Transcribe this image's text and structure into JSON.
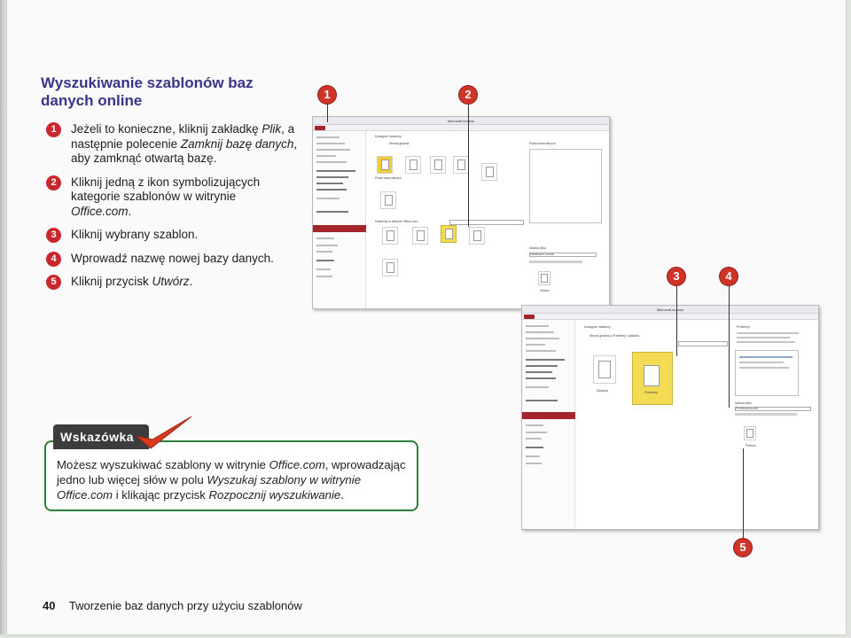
{
  "page": {
    "title": "Wyszukiwanie szablonów baz danych online",
    "page_number": "40",
    "footer_text": "Tworzenie baz danych przy użyciu szablonów"
  },
  "steps": [
    {
      "num": "1",
      "parts": [
        "Jeżeli to konieczne, kliknij zakładkę ",
        "Plik",
        ", a następnie polecenie ",
        "Zamknij bazę danych",
        ", aby zamknąć otwartą bazę."
      ]
    },
    {
      "num": "2",
      "parts": [
        "Kliknij jedną z ikon symbolizujących kategorie szablonów w witrynie ",
        "Office.com",
        "."
      ]
    },
    {
      "num": "3",
      "parts": [
        "Kliknij wybrany szablon."
      ]
    },
    {
      "num": "4",
      "parts": [
        "Wprowadź nazwę nowej bazy danych."
      ]
    },
    {
      "num": "5",
      "parts": [
        "Kliknij przycisk ",
        "Utwórz",
        "."
      ]
    }
  ],
  "callouts": [
    "1",
    "2",
    "3",
    "4",
    "5"
  ],
  "tip": {
    "label": "Wskazówka",
    "parts": [
      "Możesz wyszukiwać szablony w witrynie ",
      "Office.com",
      ", wprowadzając jedno lub więcej słów w polu ",
      "Wyszukaj szablony w witrynie Office.com",
      " i klikając przycisk ",
      "Rozpocznij wyszukiwanie",
      "."
    ]
  },
  "screenshot1": {
    "title": "Microsoft Access",
    "available_templates": "Dostępne szablony",
    "home_label": "Strona główna",
    "office_templates": "Szablony w witrynie Office.com",
    "blank_db": "Pusta baza danych",
    "right_title": "Pusta baza danych",
    "file_name_label": "Nazwa pliku",
    "file_name_value": "Database1.accdb",
    "create_label": "Utwórz"
  },
  "screenshot2": {
    "title": "Microsoft Access",
    "available_templates": "Dostępne szablony",
    "breadcrumb": "Strona główna ▸ Problemy i zadania",
    "template_1": "Zadania",
    "template_2": "Problemy",
    "right_title": "Problemy",
    "file_name_label": "Nazwa pliku",
    "file_name_value": "Problemy.accdb",
    "create_label": "Pobierz"
  },
  "colors": {
    "title": "#3a3488",
    "step_marker": "#c8282d",
    "tip_border": "#2f7d3a",
    "access_red": "#a4262c"
  }
}
